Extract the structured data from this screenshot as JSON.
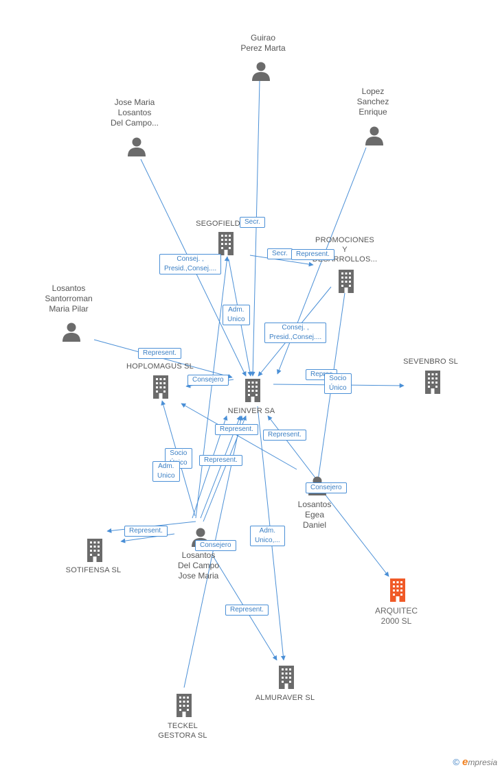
{
  "colors": {
    "edge": "#4a8fd6",
    "icon": "#6b6b6b",
    "focus": "#f05a28",
    "text": "#555555"
  },
  "nodes": [
    {
      "id": "guirao",
      "type": "person",
      "label": "Guirao\nPerez Marta"
    },
    {
      "id": "josemaria_lds",
      "type": "person",
      "label": "Jose Maria\nLosantos\nDel Campo..."
    },
    {
      "id": "lopez",
      "type": "person",
      "label": "Lopez\nSanchez\nEnrique"
    },
    {
      "id": "segofield",
      "type": "company",
      "label": "SEGOFIELD SL"
    },
    {
      "id": "promociones",
      "type": "company",
      "label": "PROMOCIONES\nY\nDESARROLLOS..."
    },
    {
      "id": "santorroman",
      "type": "person",
      "label": "Losantos\nSantorroman\nMaria Pilar"
    },
    {
      "id": "hoplomagus",
      "type": "company",
      "label": "HOPLOMAGUS SL"
    },
    {
      "id": "neinver",
      "type": "company",
      "label": "NEINVER SA"
    },
    {
      "id": "sevenbro",
      "type": "company",
      "label": "SEVENBRO  SL"
    },
    {
      "id": "egea",
      "type": "person",
      "label": "Losantos\nEgea\nDaniel"
    },
    {
      "id": "sotifensa",
      "type": "company",
      "label": "SOTIFENSA SL"
    },
    {
      "id": "delcampo",
      "type": "person",
      "label": "Losantos\nDel Campo\nJose Maria"
    },
    {
      "id": "arquitec",
      "type": "focus",
      "label": "ARQUITEC\n2000 SL"
    },
    {
      "id": "almuraver",
      "type": "company",
      "label": "ALMURAVER SL"
    },
    {
      "id": "teckel",
      "type": "company",
      "label": "TECKEL\nGESTORA SL"
    }
  ],
  "edge_labels": [
    "Secr.",
    "Secr.",
    "Represent.",
    "Consej. ,\nPresid.,Consej....",
    "Adm.\nUnico",
    "Consej. ,\nPresid.,Consej....",
    "Represent.",
    "Consejero",
    "Repres",
    "Socio\nÚnico",
    "Represent.",
    "Represent.",
    "Socio\nÚnico",
    "Adm.\nUnico",
    "Represent.",
    "Consejero",
    "Represent.",
    "Consejero",
    "Adm.\nUnico,...",
    "Represent."
  ],
  "footer": {
    "copyright": "©",
    "brand_initial": "e",
    "brand_rest": "mpresia"
  }
}
